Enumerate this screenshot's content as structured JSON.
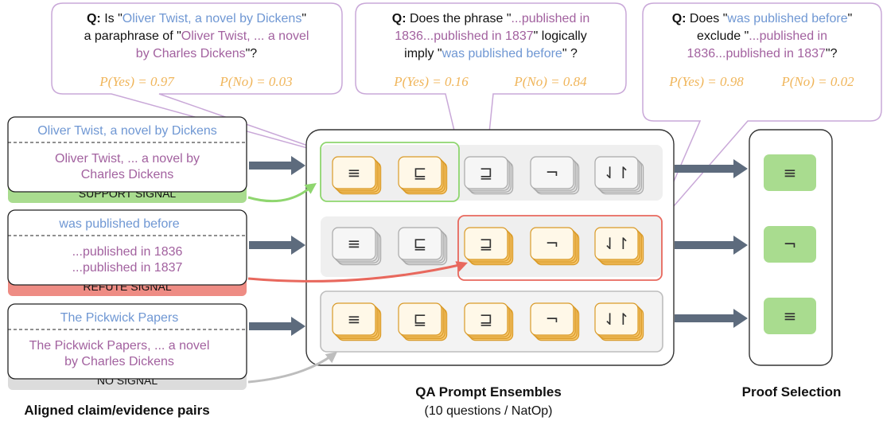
{
  "pairs": [
    {
      "claim": "Oliver Twist, a novel by Dickens",
      "evidence": [
        "Oliver Twist, ... a novel by",
        "Charles Dickens"
      ],
      "signal": "SUPPORT SIGNAL",
      "signal_color": "#a9dc8f"
    },
    {
      "claim": "was published before",
      "evidence": [
        "...published in 1836",
        "...published in 1837"
      ],
      "signal": "REFUTE SIGNAL",
      "signal_color": "#ee8c84"
    },
    {
      "claim": "The Pickwick Papers",
      "evidence": [
        "The Pickwick Papers, ... a novel",
        "by Charles Dickens"
      ],
      "signal": "NO SIGNAL",
      "signal_color": "#dcdcdc"
    }
  ],
  "questions": [
    {
      "q_label": "Q:",
      "lines": [
        [
          {
            "t": "Is \"",
            "c": "dark"
          },
          {
            "t": "Oliver Twist, a novel by Dickens",
            "c": "blue"
          },
          {
            "t": "\"",
            "c": "dark"
          }
        ],
        [
          {
            "t": "a paraphrase of \"",
            "c": "dark"
          },
          {
            "t": "Oliver Twist, ... a novel",
            "c": "purple"
          }
        ],
        [
          {
            "t": "by Charles Dickens",
            "c": "purple"
          },
          {
            "t": "\"?",
            "c": "dark"
          }
        ]
      ],
      "p_yes": "P(Yes) = 0.97",
      "p_no": "P(No) = 0.03"
    },
    {
      "q_label": "Q:",
      "lines": [
        [
          {
            "t": "Does the phrase \"",
            "c": "dark"
          },
          {
            "t": "...published in",
            "c": "purple"
          }
        ],
        [
          {
            "t": "1836...published in 1837",
            "c": "purple"
          },
          {
            "t": "\" logically",
            "c": "dark"
          }
        ],
        [
          {
            "t": "imply \"",
            "c": "dark"
          },
          {
            "t": "was published before",
            "c": "blue"
          },
          {
            "t": "\" ?",
            "c": "dark"
          }
        ]
      ],
      "p_yes": "P(Yes) = 0.16",
      "p_no": "P(No) = 0.84"
    },
    {
      "q_label": "Q:",
      "lines": [
        [
          {
            "t": "Does \"",
            "c": "dark"
          },
          {
            "t": "was published before",
            "c": "blue"
          },
          {
            "t": "\"",
            "c": "dark"
          }
        ],
        [
          {
            "t": "exclude \"",
            "c": "dark"
          },
          {
            "t": "...published in",
            "c": "purple"
          }
        ],
        [
          {
            "t": "1836...published in 1837",
            "c": "purple"
          },
          {
            "t": "\"?",
            "c": "dark"
          }
        ]
      ],
      "p_yes": "P(Yes) = 0.98",
      "p_no": "P(No) = 0.02"
    }
  ],
  "natop_symbols": [
    "≡",
    "⊑",
    "⊒",
    "¬",
    "⇃↾"
  ],
  "ensemble_rows": [
    {
      "active": [
        true,
        true,
        false,
        false,
        false
      ],
      "highlight": "green"
    },
    {
      "active": [
        false,
        false,
        true,
        true,
        true
      ],
      "highlight": "red"
    },
    {
      "active": [
        true,
        true,
        true,
        true,
        true
      ],
      "highlight": "gray"
    }
  ],
  "proofs": [
    "≡",
    "¬",
    "≡"
  ],
  "labels": {
    "pairs": "Aligned claim/evidence pairs",
    "ensembles_title": "QA Prompt Ensembles",
    "ensembles_sub": "(10 questions / NatOp)",
    "proof": "Proof Selection"
  },
  "colors": {
    "claim_blue": "#6f97d3",
    "evidence_purple": "#a2619f",
    "prob_orange": "#f0b55a",
    "card_orange": "#f7c66b",
    "card_border": "#d99a28",
    "callout_border": "#c9a8d8",
    "arrow": "#5d6b7d",
    "proof_green": "#a9dc8f"
  }
}
